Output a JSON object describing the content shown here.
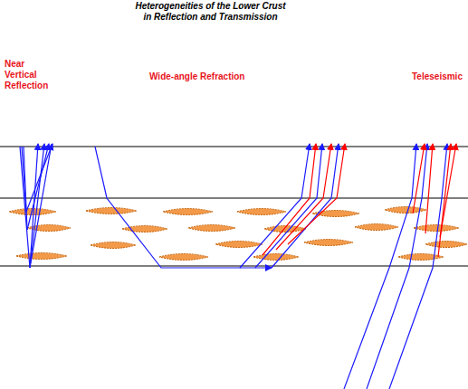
{
  "diagram": {
    "title": "Heterogeneities of the Lower Crust in Reflection and Transmission",
    "labels": [
      "Near Vertical Reflection",
      "Wide-angle Refraction",
      "Teleseismic"
    ]
  }
}
